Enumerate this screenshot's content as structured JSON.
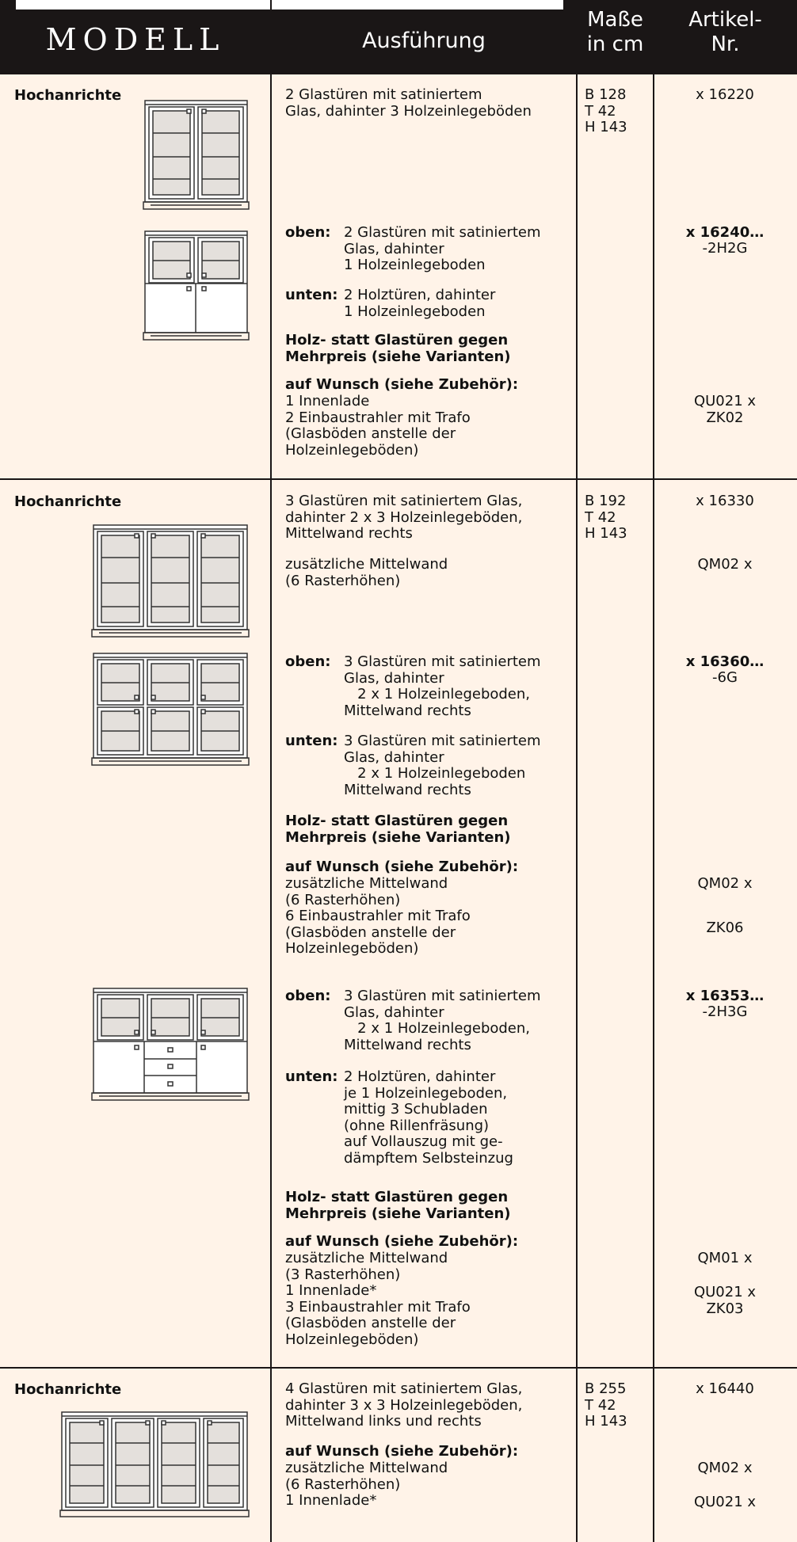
{
  "header": {
    "modell": "MODELL",
    "ausfuehrung": "Ausführung",
    "masse": "Maße\nin cm",
    "artikel": "Artikel-\nNr."
  },
  "sections": [
    {
      "label": "Hochanrichte",
      "dims": "B 128\nT 42\nH 143",
      "text_1": "2 Glastüren mit satiniertem\nGlas, dahinter 3 Holzeinlegeböden",
      "art_1": "x 16220",
      "oben_k": "oben:",
      "oben_v": "2 Glastüren mit satiniertem\nGlas, dahinter\n1 Holzeinlegeboden",
      "unten_k": "unten:",
      "unten_v": "2 Holztüren, dahinter\n1 Holzeinlegeboden",
      "holz": "Holz- statt Glastüren gegen\nMehrpreis (siehe Varianten)",
      "wunsch_title": "auf Wunsch (siehe Zubehör):",
      "wunsch_text": "1 Innenlade\n2 Einbaustrahler mit Trafo\n(Glasböden anstelle der\nHolzeinlegeböden)",
      "art_2a": "x 16240…",
      "art_2b": "-2H2G",
      "art_3": "QU021 x\nZK02"
    },
    {
      "label": "Hochanrichte",
      "dims": "B 192\nT 42\nH 143",
      "text_1": "3 Glastüren mit satiniertem Glas,\ndahinter 2 x 3 Holzeinlegeböden,\nMittelwand rechts",
      "art_1": "x 16330",
      "text_2": "zusätzliche Mittelwand\n(6 Rasterhöhen)",
      "art_2": "QM02 x",
      "oben_k": "oben:",
      "oben_v": "3 Glastüren mit satiniertem\nGlas, dahinter\n   2 x 1 Holzeinlegeboden,\nMittelwand rechts",
      "unten_k": "unten:",
      "unten_v": "3 Glastüren mit satiniertem\nGlas, dahinter\n   2 x 1 Holzeinlegeboden\nMittelwand rechts",
      "art_3a": "x 16360…",
      "art_3b": "-6G",
      "holz": "Holz- statt Glastüren gegen\nMehrpreis (siehe Varianten)",
      "wunsch_title": "auf Wunsch (siehe Zubehör):",
      "wunsch_text": "zusätzliche Mittelwand\n(6 Rasterhöhen)\n6 Einbaustrahler mit Trafo\n(Glasböden anstelle der\nHolzeinlegeböden)",
      "art_4": "QM02 x",
      "art_5": "ZK06",
      "oben2_k": "oben:",
      "oben2_v": "3 Glastüren mit satiniertem\nGlas, dahinter\n   2 x 1 Holzeinlegeboden,\nMittelwand rechts",
      "unten2_k": "unten:",
      "unten2_v": "2 Holztüren, dahinter\nje 1 Holzeinlegeboden,\nmittig 3 Schubladen\n(ohne Rillenfräsung)\nauf Vollauszug mit ge-\ndämpftem Selbsteinzug",
      "art_6a": "x 16353…",
      "art_6b": "-2H3G",
      "holz2": "Holz- statt Glastüren gegen\nMehrpreis (siehe Varianten)",
      "wunsch2_title": "auf Wunsch (siehe Zubehör):",
      "wunsch2_text": "zusätzliche Mittelwand\n(3 Rasterhöhen)\n1 Innenlade*\n3 Einbaustrahler mit Trafo\n(Glasböden anstelle der\nHolzeinlegeböden)",
      "art_7": "QM01 x",
      "art_8": "QU021 x\nZK03"
    },
    {
      "label": "Hochanrichte",
      "dims": "B 255\nT 42\nH 143",
      "text_1": "4 Glastüren mit satiniertem Glas,\ndahinter 3 x 3 Holzeinlegeböden,\nMittelwand links und rechts",
      "art_1": "x 16440",
      "wunsch_title": "auf Wunsch (siehe Zubehör):",
      "wunsch_text": "zusätzliche Mittelwand\n(6 Rasterhöhen)\n1 Innenlade*",
      "art_2": "QM02 x",
      "art_3": "QU021 x"
    }
  ]
}
